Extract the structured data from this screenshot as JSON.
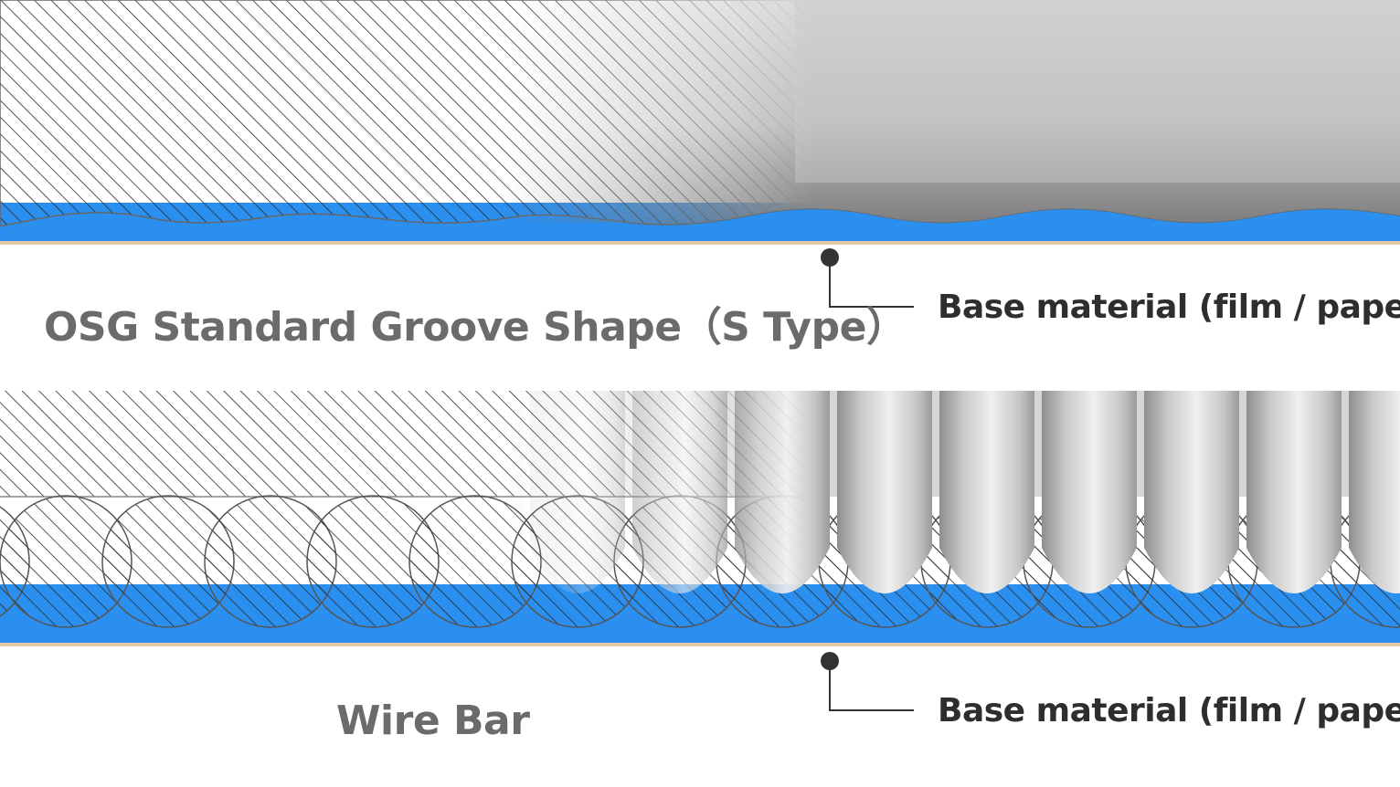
{
  "top_panel": {
    "caption": "OSG Standard Groove Shape（S Type）",
    "base_label": "Base material (film / paper)"
  },
  "bottom_panel": {
    "caption": "Wire Bar",
    "base_label": "Base material (film / paper)"
  },
  "colors": {
    "coating": "#2b8ff0",
    "base_material": "#e3c9a6",
    "caption_text": "#6b6b6b",
    "label_text": "#2e2e2e",
    "hatch": "#2a2a2a",
    "callout": "#333333"
  }
}
